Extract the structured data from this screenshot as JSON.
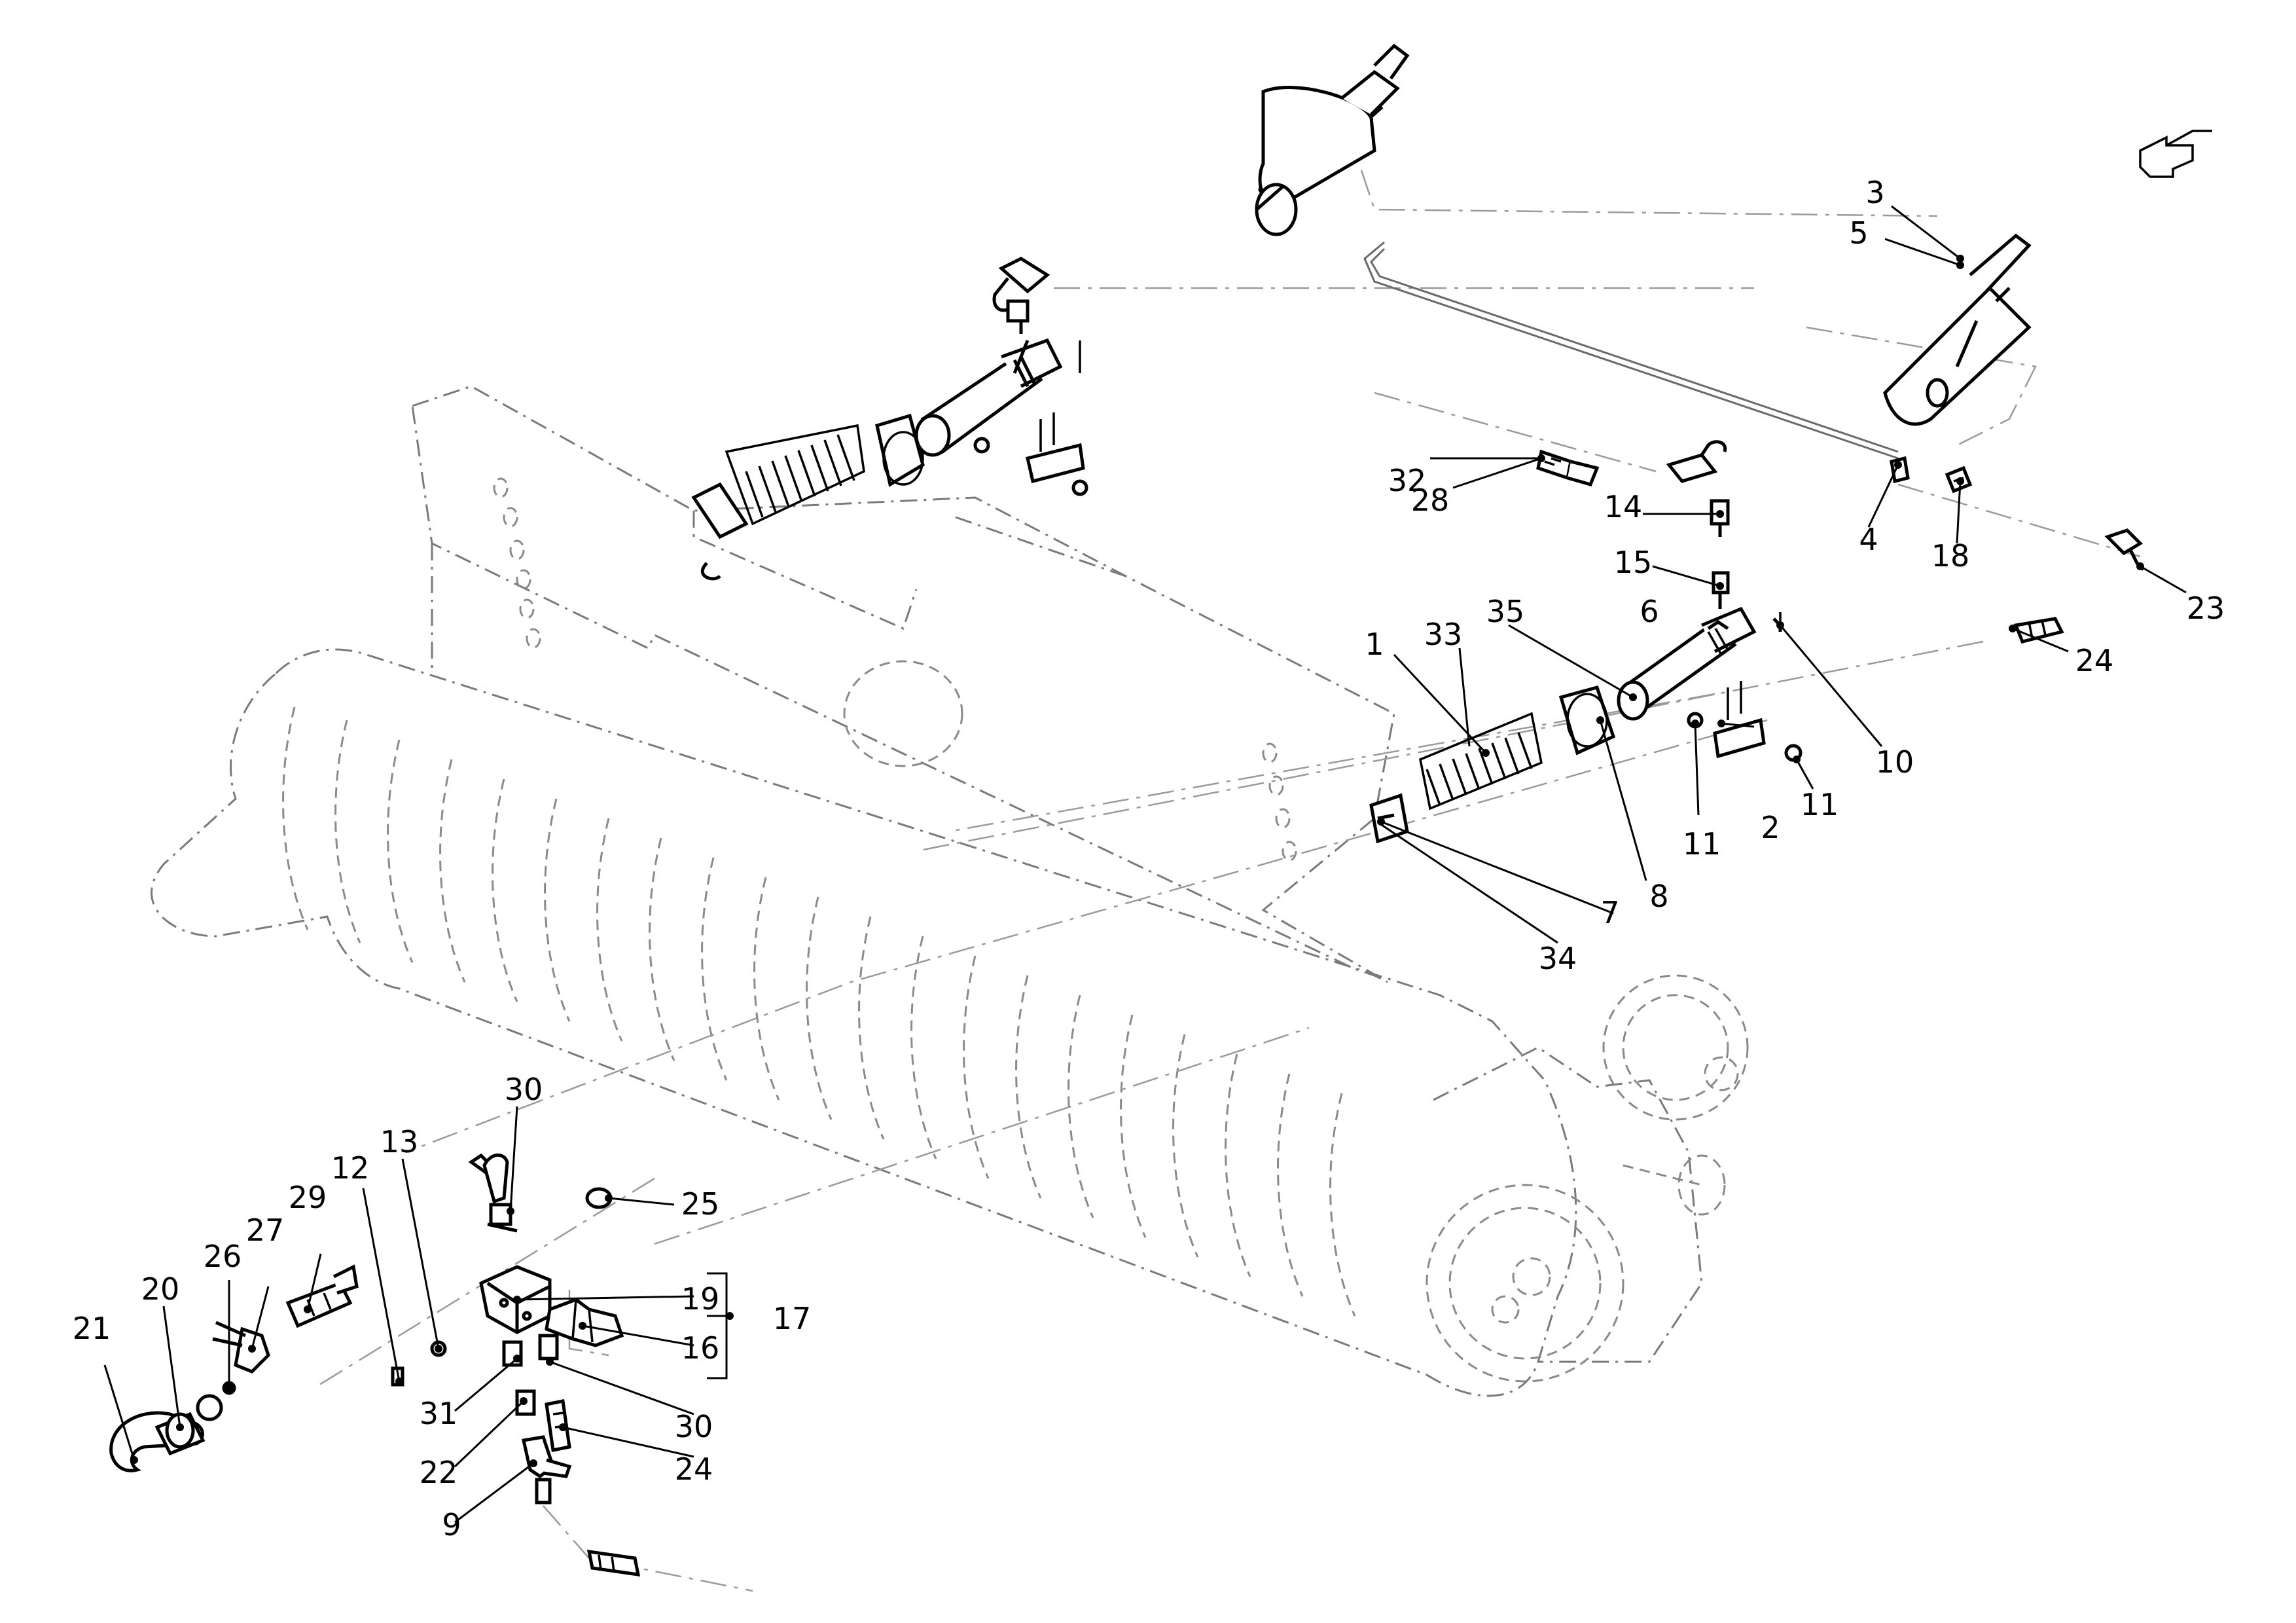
{
  "diagram": {
    "icons": {
      "view_direction": "view-direction-arrow-icon"
    },
    "callouts": {
      "c1": "1",
      "c2": "2",
      "c3": "3",
      "c4": "4",
      "c5": "5",
      "c6": "6",
      "c7": "7",
      "c8": "8",
      "c9": "9",
      "c10": "10",
      "c11a": "11",
      "c11b": "11",
      "c12": "12",
      "c13": "13",
      "c14": "14",
      "c15": "15",
      "c16": "16",
      "c17": "17",
      "c18": "18",
      "c19": "19",
      "c20": "20",
      "c21": "21",
      "c22": "22",
      "c23": "23",
      "c24a": "24",
      "c24b": "24",
      "c25": "25",
      "c26": "26",
      "c27": "27",
      "c28": "28",
      "c29": "29",
      "c30a": "30",
      "c30b": "30",
      "c31": "31",
      "c32": "32",
      "c33": "33",
      "c34": "34",
      "c35": "35"
    },
    "colors": {
      "line": "#000000",
      "ghost": "#7a7a7a",
      "background": "#ffffff"
    }
  }
}
